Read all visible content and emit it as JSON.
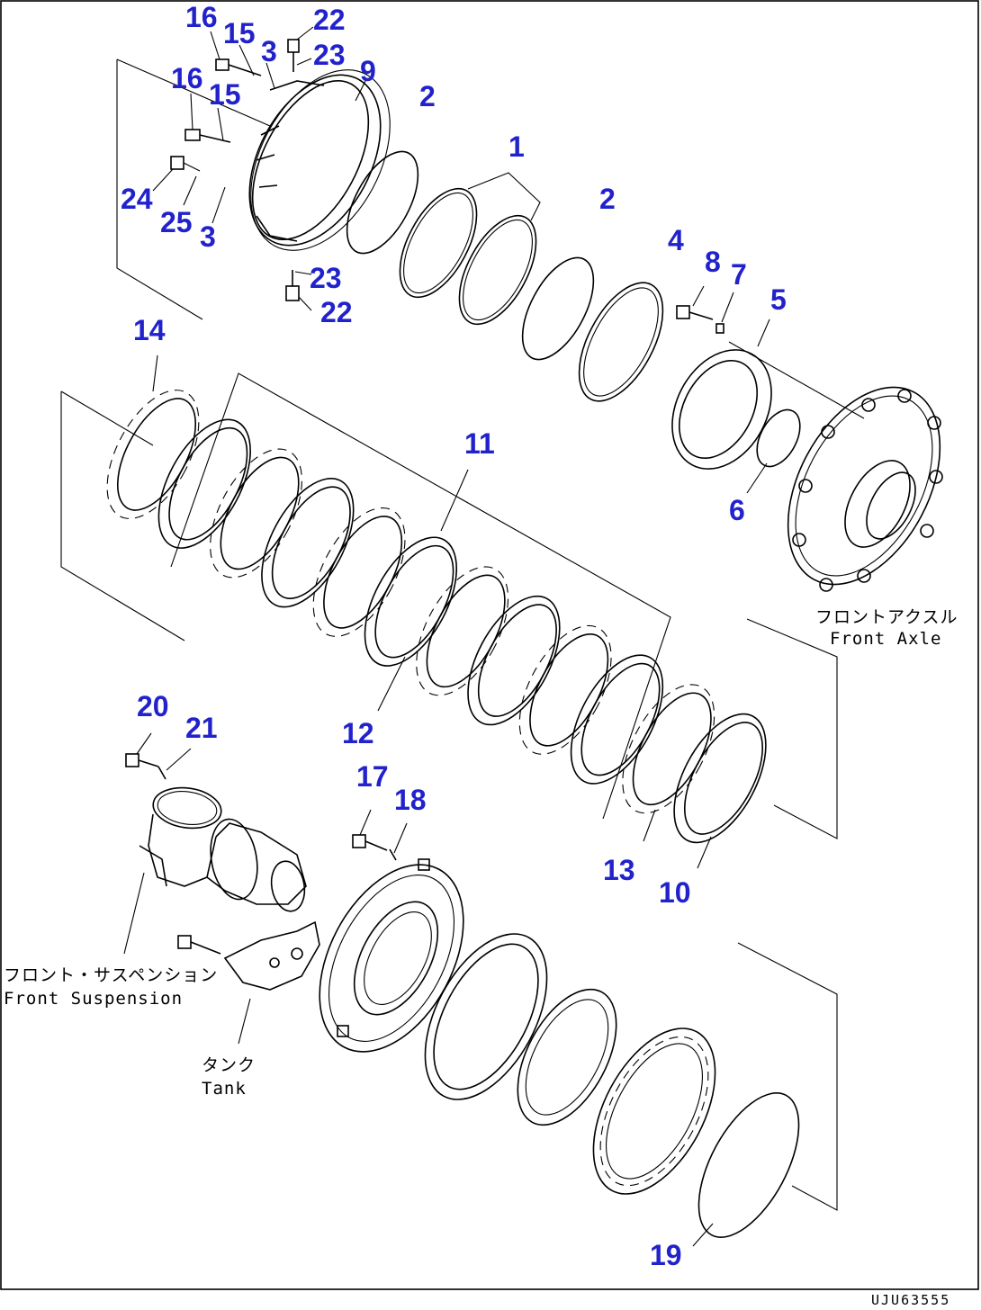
{
  "callouts": [
    {
      "id": "c16a",
      "text": "16"
    },
    {
      "id": "c15a",
      "text": "15"
    },
    {
      "id": "c3a",
      "text": "3"
    },
    {
      "id": "c22a",
      "text": "22"
    },
    {
      "id": "c23a",
      "text": "23"
    },
    {
      "id": "c9",
      "text": "9"
    },
    {
      "id": "c16b",
      "text": "16"
    },
    {
      "id": "c15b",
      "text": "15"
    },
    {
      "id": "c24",
      "text": "24"
    },
    {
      "id": "c25",
      "text": "25"
    },
    {
      "id": "c3b",
      "text": "3"
    },
    {
      "id": "c23b",
      "text": "23"
    },
    {
      "id": "c22b",
      "text": "22"
    },
    {
      "id": "c2a",
      "text": "2"
    },
    {
      "id": "c1",
      "text": "1"
    },
    {
      "id": "c2b",
      "text": "2"
    },
    {
      "id": "c4",
      "text": "4"
    },
    {
      "id": "c8",
      "text": "8"
    },
    {
      "id": "c7",
      "text": "7"
    },
    {
      "id": "c5",
      "text": "5"
    },
    {
      "id": "c6",
      "text": "6"
    },
    {
      "id": "c14",
      "text": "14"
    },
    {
      "id": "c11",
      "text": "11"
    },
    {
      "id": "c12",
      "text": "12"
    },
    {
      "id": "c20",
      "text": "20"
    },
    {
      "id": "c21",
      "text": "21"
    },
    {
      "id": "c17",
      "text": "17"
    },
    {
      "id": "c18",
      "text": "18"
    },
    {
      "id": "c13",
      "text": "13"
    },
    {
      "id": "c10",
      "text": "10"
    },
    {
      "id": "c19",
      "text": "19"
    }
  ],
  "labels": {
    "front_axle_jp": "フロントアクスル",
    "front_axle_en": "Front Axle",
    "front_suspension_jp": "フロント・サスペンション",
    "front_suspension_en": "Front Suspension",
    "tank_jp": "タンク",
    "tank_en": "Tank"
  },
  "drawing_code": "UJU63555"
}
